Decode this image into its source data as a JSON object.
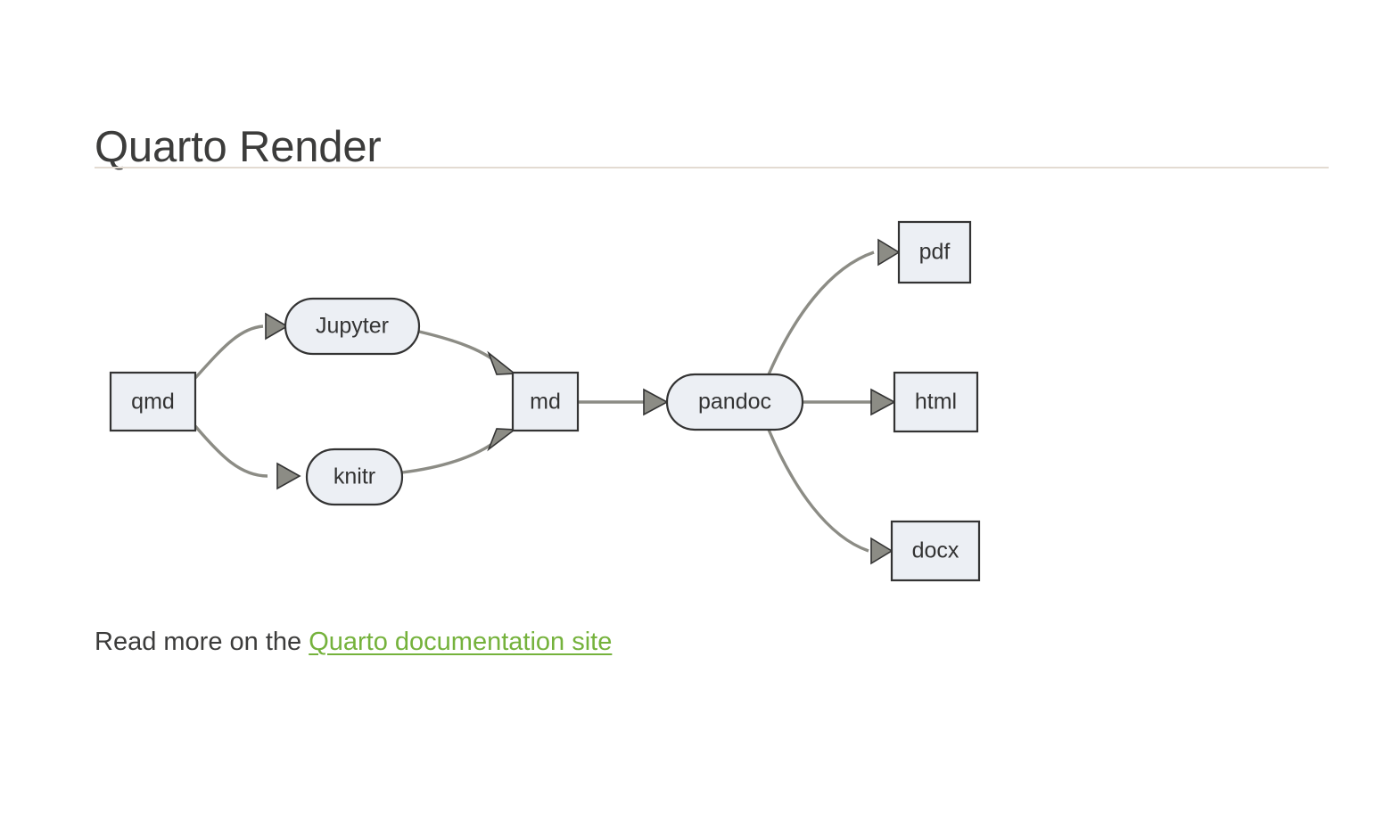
{
  "page": {
    "title": "Quarto Render",
    "background_color": "#ffffff",
    "rule_color": "#e3dbd2"
  },
  "colors": {
    "text": "#3c3c3b",
    "link_green": "#75b23c",
    "node_fill": "#eceff4",
    "node_border": "#333333",
    "edge_gray": "#8c8c85"
  },
  "footer": {
    "lead_text": "Read more on the ",
    "link_text": "Quarto documentation site"
  },
  "diagram": {
    "type": "flowchart",
    "direction": "left-to-right",
    "nodes": [
      {
        "id": "qmd",
        "label": "qmd",
        "shape": "rect"
      },
      {
        "id": "jupyter",
        "label": "Jupyter",
        "shape": "stadium"
      },
      {
        "id": "knitr",
        "label": "knitr",
        "shape": "stadium"
      },
      {
        "id": "md",
        "label": "md",
        "shape": "rect"
      },
      {
        "id": "pandoc",
        "label": "pandoc",
        "shape": "stadium"
      },
      {
        "id": "pdf",
        "label": "pdf",
        "shape": "rect"
      },
      {
        "id": "html",
        "label": "html",
        "shape": "rect"
      },
      {
        "id": "docx",
        "label": "docx",
        "shape": "rect"
      }
    ],
    "edges": [
      {
        "from": "qmd",
        "to": "jupyter"
      },
      {
        "from": "qmd",
        "to": "knitr"
      },
      {
        "from": "jupyter",
        "to": "md"
      },
      {
        "from": "knitr",
        "to": "md"
      },
      {
        "from": "md",
        "to": "pandoc"
      },
      {
        "from": "pandoc",
        "to": "pdf"
      },
      {
        "from": "pandoc",
        "to": "html"
      },
      {
        "from": "pandoc",
        "to": "docx"
      }
    ]
  }
}
